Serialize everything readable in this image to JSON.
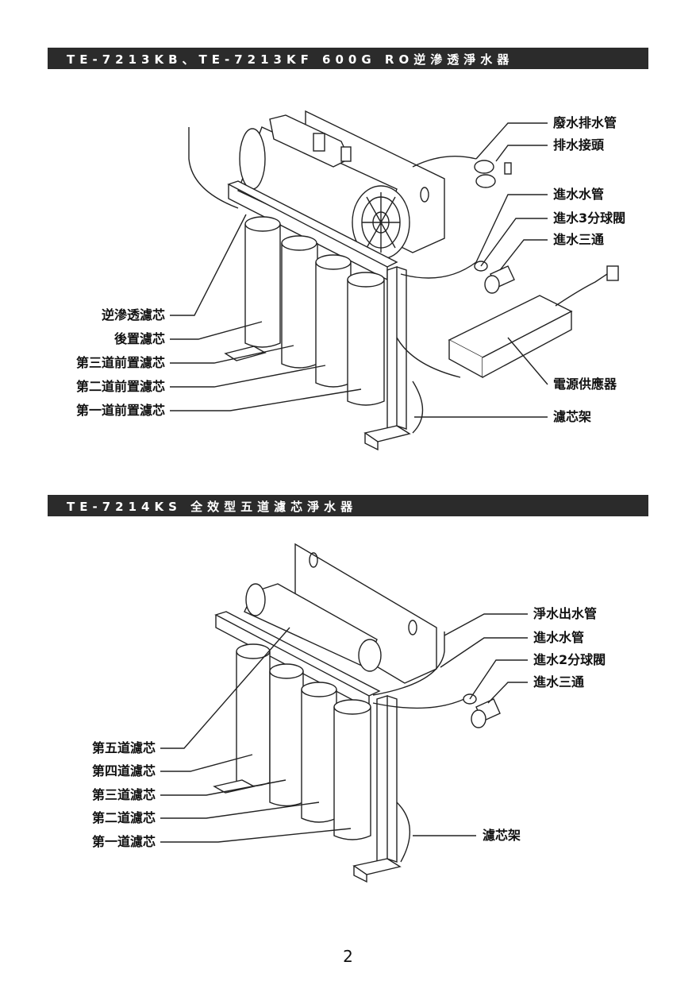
{
  "section1": {
    "title": "TE-7213KB、TE-7213KF  600G  RO逆滲透淨水器",
    "labels_right": [
      "廢水排水管",
      "排水接頭",
      "進水水管",
      "進水3分球閥",
      "進水三通",
      "電源供應器",
      "濾芯架"
    ],
    "labels_left": [
      "逆滲透濾芯",
      "後置濾芯",
      "第三道前置濾芯",
      "第二道前置濾芯",
      "第一道前置濾芯"
    ]
  },
  "section2": {
    "title": "TE-7214KS  全效型五道濾芯淨水器",
    "labels_right": [
      "淨水出水管",
      "進水水管",
      "進水2分球閥",
      "進水三通",
      "濾芯架"
    ],
    "labels_left": [
      "第五道濾芯",
      "第四道濾芯",
      "第三道濾芯",
      "第二道濾芯",
      "第一道濾芯"
    ]
  },
  "page_number": "2"
}
